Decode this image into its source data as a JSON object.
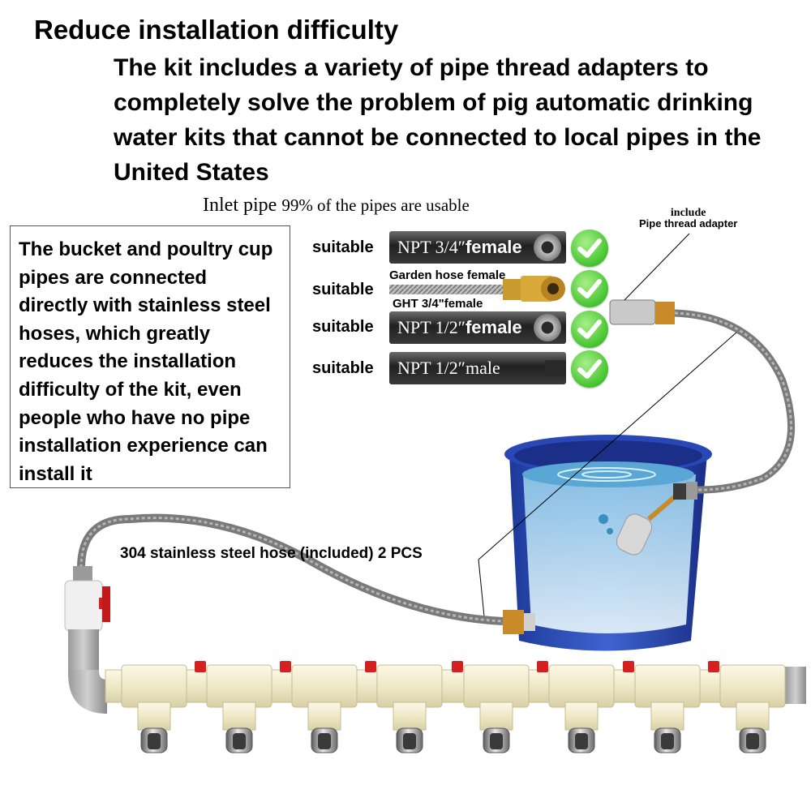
{
  "title": "Reduce installation difficulty",
  "subtitle": "The kit includes a variety of pipe thread adapters to completely solve the problem of pig automatic drinking water kits that cannot be connected to local pipes in the United States",
  "inlet": {
    "label": "Inlet pipe",
    "note": "99% of the pipes are usable"
  },
  "description": "The bucket and poultry cup pipes are connected directly with stainless steel hoses, which greatly reduces the installation difficulty of the kit, even people who have no pipe installation experience can install it",
  "adapter_note": {
    "line1": "include",
    "line2": "Pipe thread adapter"
  },
  "compat_rows": [
    {
      "status": "suitable",
      "pipe_prefix": "NPT 3/4″",
      "pipe_suffix": "female"
    },
    {
      "status": "suitable",
      "garden_top": "Garden hose female",
      "garden_bottom": "GHT 3/4\"female"
    },
    {
      "status": "suitable",
      "pipe_prefix": "NPT 1/2″",
      "pipe_suffix": "female"
    },
    {
      "status": "suitable",
      "pipe_prefix": "NPT 1/2″",
      "pipe_suffix": "male"
    }
  ],
  "hose_label": "304 stainless steel hose (included)  2 PCS",
  "colors": {
    "check_green": "#45c42f",
    "bucket_blue": "#2c4fb8",
    "water_blue": "#bfe1f2",
    "pvc_pipe": "#f3eed0",
    "valve_red": "#d62020",
    "hose_steel": "#8a8a8a",
    "brass": "#c98a2a"
  }
}
